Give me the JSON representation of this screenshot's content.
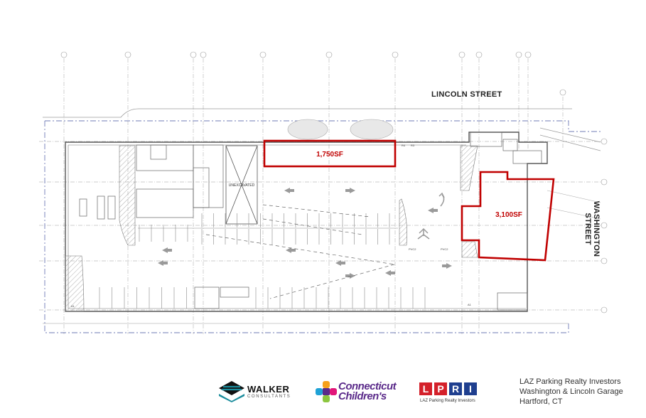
{
  "streets": {
    "lincoln": "LINCOLN STREET",
    "washington": "WASHINGTON STREET"
  },
  "areas": {
    "north_space": "1,750SF",
    "east_space": "3,100SF"
  },
  "plan_labels": {
    "unexcavated": "UNEXCAVATED"
  },
  "logos": {
    "walker": {
      "name": "WALKER",
      "sub": "CONSULTANTS"
    },
    "connecticut_childrens": {
      "line1": "Connecticut",
      "line2": "Children's"
    },
    "lpri": {
      "letters": [
        "L",
        "P",
        "R",
        "I"
      ],
      "sub": "LAZ Parking Realty Investors"
    }
  },
  "project_info": {
    "line1": "LAZ Parking Realty Investors",
    "line2": "Washington & Lincoln Garage",
    "line3": "Hartford, CT"
  },
  "colors": {
    "highlight": "#c00000",
    "plan_line": "#555555",
    "grid": "#9a9a9a",
    "boundary": "#6f7bb5",
    "cc_purple": "#5b2b8a",
    "walker_teal": "#1a8c9c",
    "lpri_red": "#d4202a",
    "lpri_blue": "#1f3f8f"
  }
}
